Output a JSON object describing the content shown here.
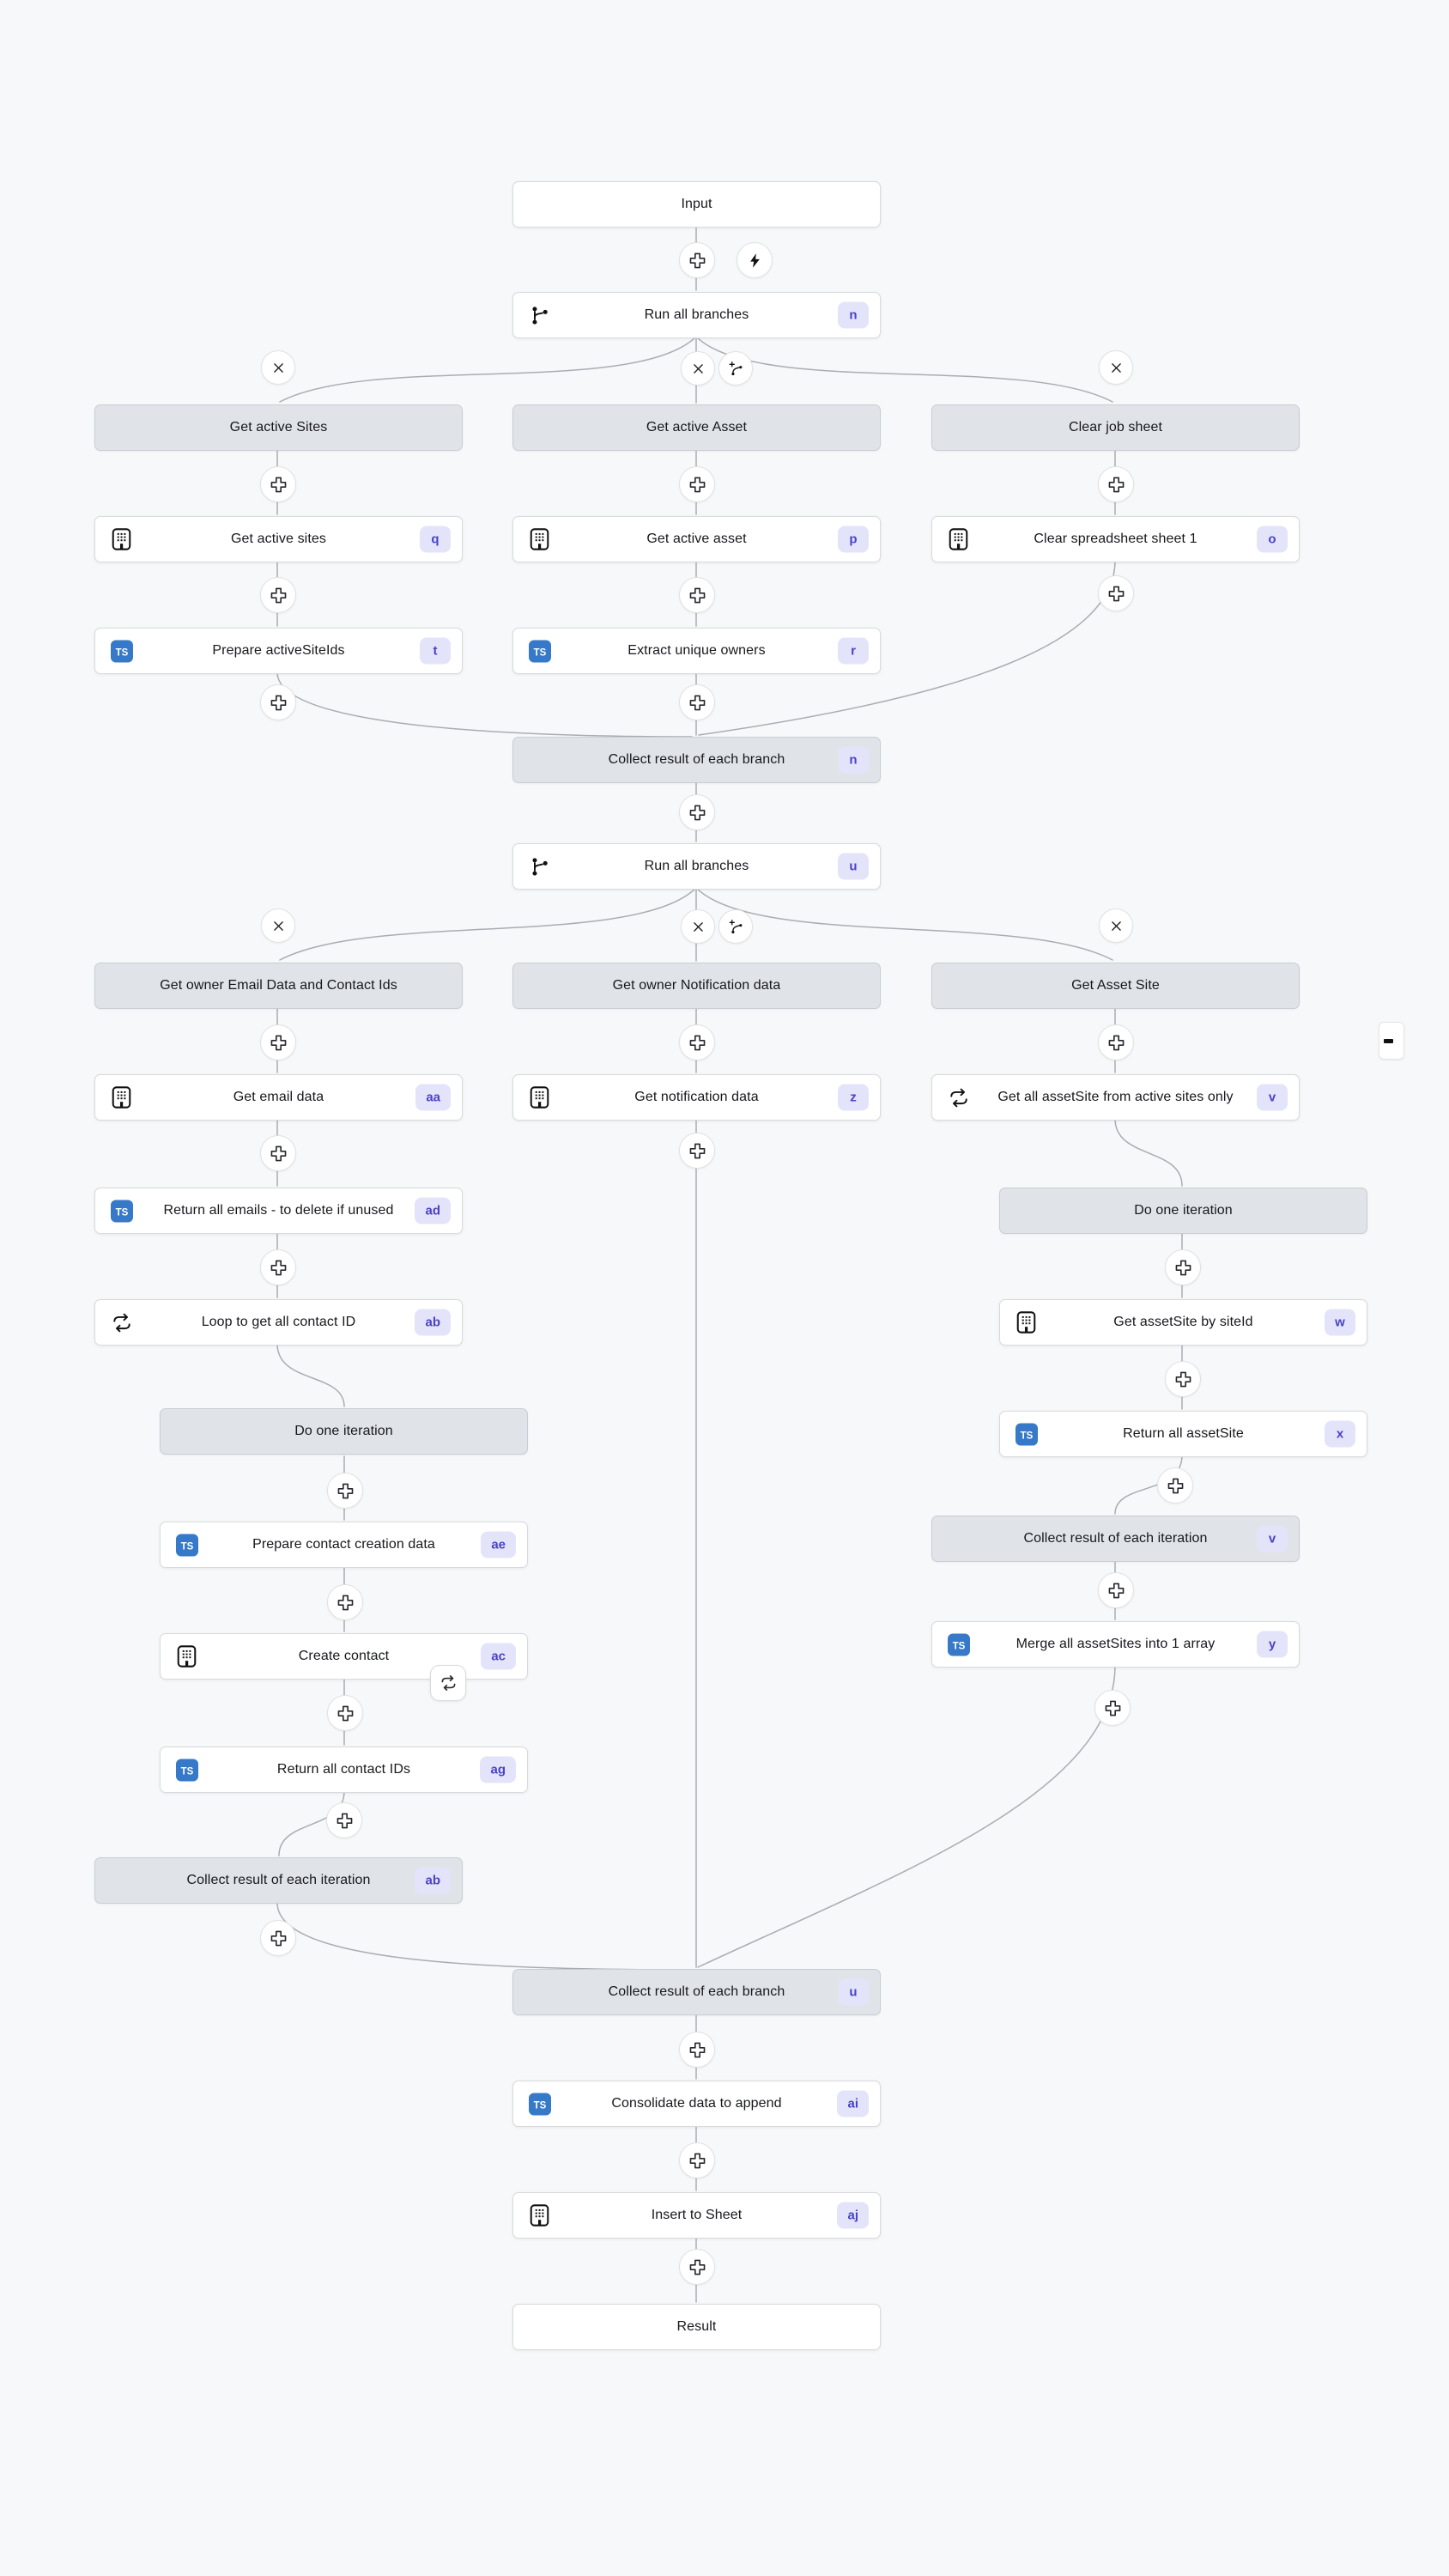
{
  "workflow": {
    "nodes": {
      "input": {
        "label": "Input"
      },
      "run1": {
        "label": "Run all branches",
        "badge": "n",
        "icon": "git-branch"
      },
      "hdr_sites": {
        "label": "Get active Sites"
      },
      "hdr_asset": {
        "label": "Get active Asset"
      },
      "hdr_clear": {
        "label": "Clear job sheet"
      },
      "get_sites": {
        "label": "Get active sites",
        "badge": "q",
        "icon": "spreadsheet-app"
      },
      "get_asset": {
        "label": "Get active asset",
        "badge": "p",
        "icon": "spreadsheet-app"
      },
      "clear_sheet": {
        "label": "Clear spreadsheet sheet 1",
        "badge": "o",
        "icon": "spreadsheet-app"
      },
      "prep_ids": {
        "label": "Prepare activeSiteIds",
        "badge": "t",
        "icon": "typescript"
      },
      "extract_own": {
        "label": "Extract unique owners",
        "badge": "r",
        "icon": "typescript"
      },
      "collect_n": {
        "label": "Collect result of each branch",
        "badge": "n"
      },
      "run2": {
        "label": "Run all branches",
        "badge": "u",
        "icon": "git-branch"
      },
      "hdr_email": {
        "label": "Get owner Email Data and Contact Ids"
      },
      "hdr_notif": {
        "label": "Get owner Notification data"
      },
      "hdr_assetsite": {
        "label": "Get Asset Site"
      },
      "get_email": {
        "label": "Get email data",
        "badge": "aa",
        "icon": "spreadsheet-app"
      },
      "get_notif": {
        "label": "Get notification data",
        "badge": "z",
        "icon": "spreadsheet-app"
      },
      "get_all_as": {
        "label": "Get all assetSite from active sites only",
        "badge": "v",
        "icon": "loop"
      },
      "ret_emails": {
        "label": "Return all emails - to delete if unused",
        "badge": "ad",
        "icon": "typescript"
      },
      "loop_contact": {
        "label": "Loop to get all contact ID",
        "badge": "ab",
        "icon": "loop"
      },
      "do_iter_r": {
        "label": "Do one iteration"
      },
      "get_as_site": {
        "label": "Get assetSite by siteId",
        "badge": "w",
        "icon": "spreadsheet-app"
      },
      "ret_as": {
        "label": "Return all assetSite",
        "badge": "x",
        "icon": "typescript"
      },
      "collect_iv": {
        "label": "Collect result of each iteration",
        "badge": "v"
      },
      "merge_as": {
        "label": "Merge all assetSites into 1 array",
        "badge": "y",
        "icon": "typescript"
      },
      "do_iter_l": {
        "label": "Do one iteration"
      },
      "prep_contact": {
        "label": "Prepare contact creation data",
        "badge": "ae",
        "icon": "typescript"
      },
      "create_contact": {
        "label": "Create contact",
        "badge": "ac",
        "icon": "spreadsheet-app"
      },
      "ret_contact": {
        "label": "Return all contact IDs",
        "badge": "ag",
        "icon": "typescript"
      },
      "collect_iab": {
        "label": "Collect result of each iteration",
        "badge": "ab"
      },
      "collect_u": {
        "label": "Collect result of each branch",
        "badge": "u"
      },
      "consolidate": {
        "label": "Consolidate data to append",
        "badge": "ai",
        "icon": "typescript"
      },
      "insert_sheet": {
        "label": "Insert to Sheet",
        "badge": "aj",
        "icon": "spreadsheet-app"
      },
      "result": {
        "label": "Result"
      }
    },
    "controls": {
      "add_step_icon": "plus",
      "delete_branch_icon": "close-x",
      "trigger_icon": "lightning",
      "add_branch_icon": "branch-plus",
      "loop_marker_icon": "loop"
    },
    "colors": {
      "canvas_bg": "#f7f8f9",
      "node_bg": "#ffffff",
      "group_header_bg": "#e0e4e9",
      "node_border": "#d8dadd",
      "edge": "#a9adb3",
      "badge_bg": "#e3e4fa",
      "badge_text": "#4a42c7",
      "typescript_blue": "#3579c8",
      "text": "#17181c"
    }
  }
}
